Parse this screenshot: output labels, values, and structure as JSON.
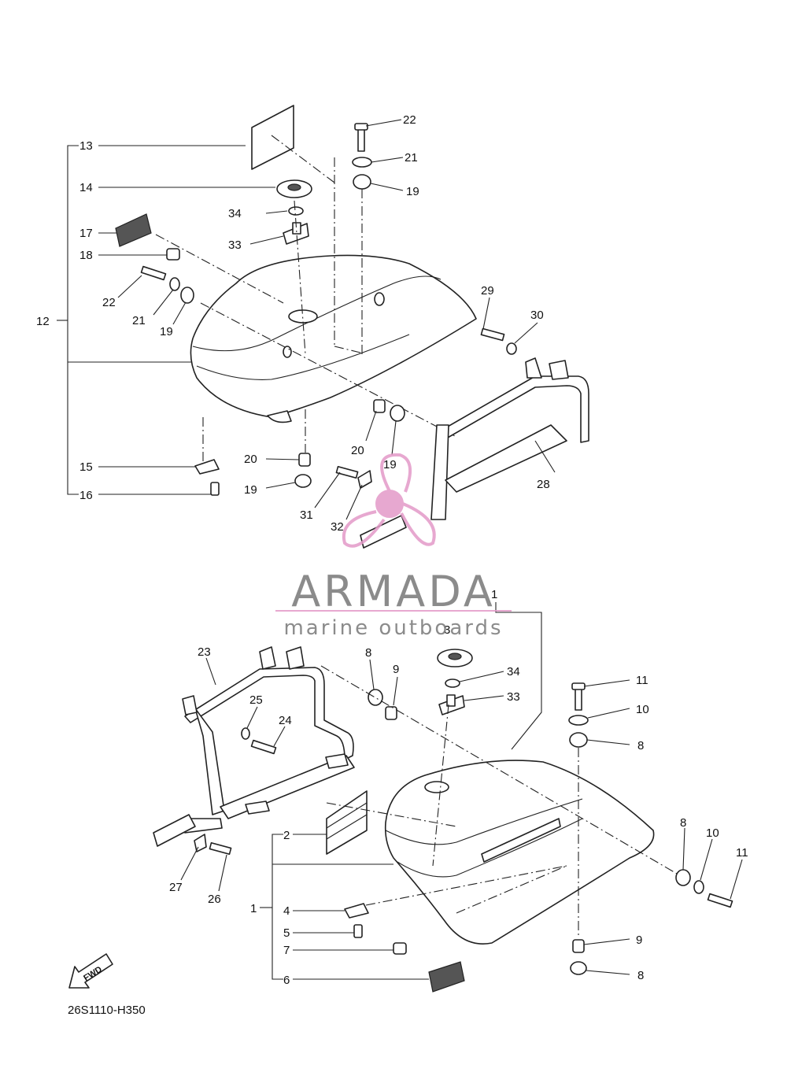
{
  "diagram_code": "26S1110-H350",
  "fwd_label": "FWD",
  "watermark": {
    "brand": "ARMADA",
    "tagline": "marine outboards",
    "accent_color": "#e39ac8",
    "text_color": "#777777"
  },
  "upper_callouts": [
    "13",
    "14",
    "34",
    "33",
    "17",
    "18",
    "22",
    "21",
    "19",
    "12",
    "22",
    "21",
    "19",
    "29",
    "30",
    "20",
    "19",
    "20",
    "19",
    "28",
    "31",
    "32",
    "15",
    "16"
  ],
  "lower_callouts": [
    "1",
    "3",
    "34",
    "33",
    "8",
    "9",
    "23",
    "25",
    "24",
    "11",
    "10",
    "8",
    "2",
    "1",
    "4",
    "5",
    "7",
    "6",
    "27",
    "26",
    "8",
    "10",
    "11",
    "9",
    "8"
  ]
}
